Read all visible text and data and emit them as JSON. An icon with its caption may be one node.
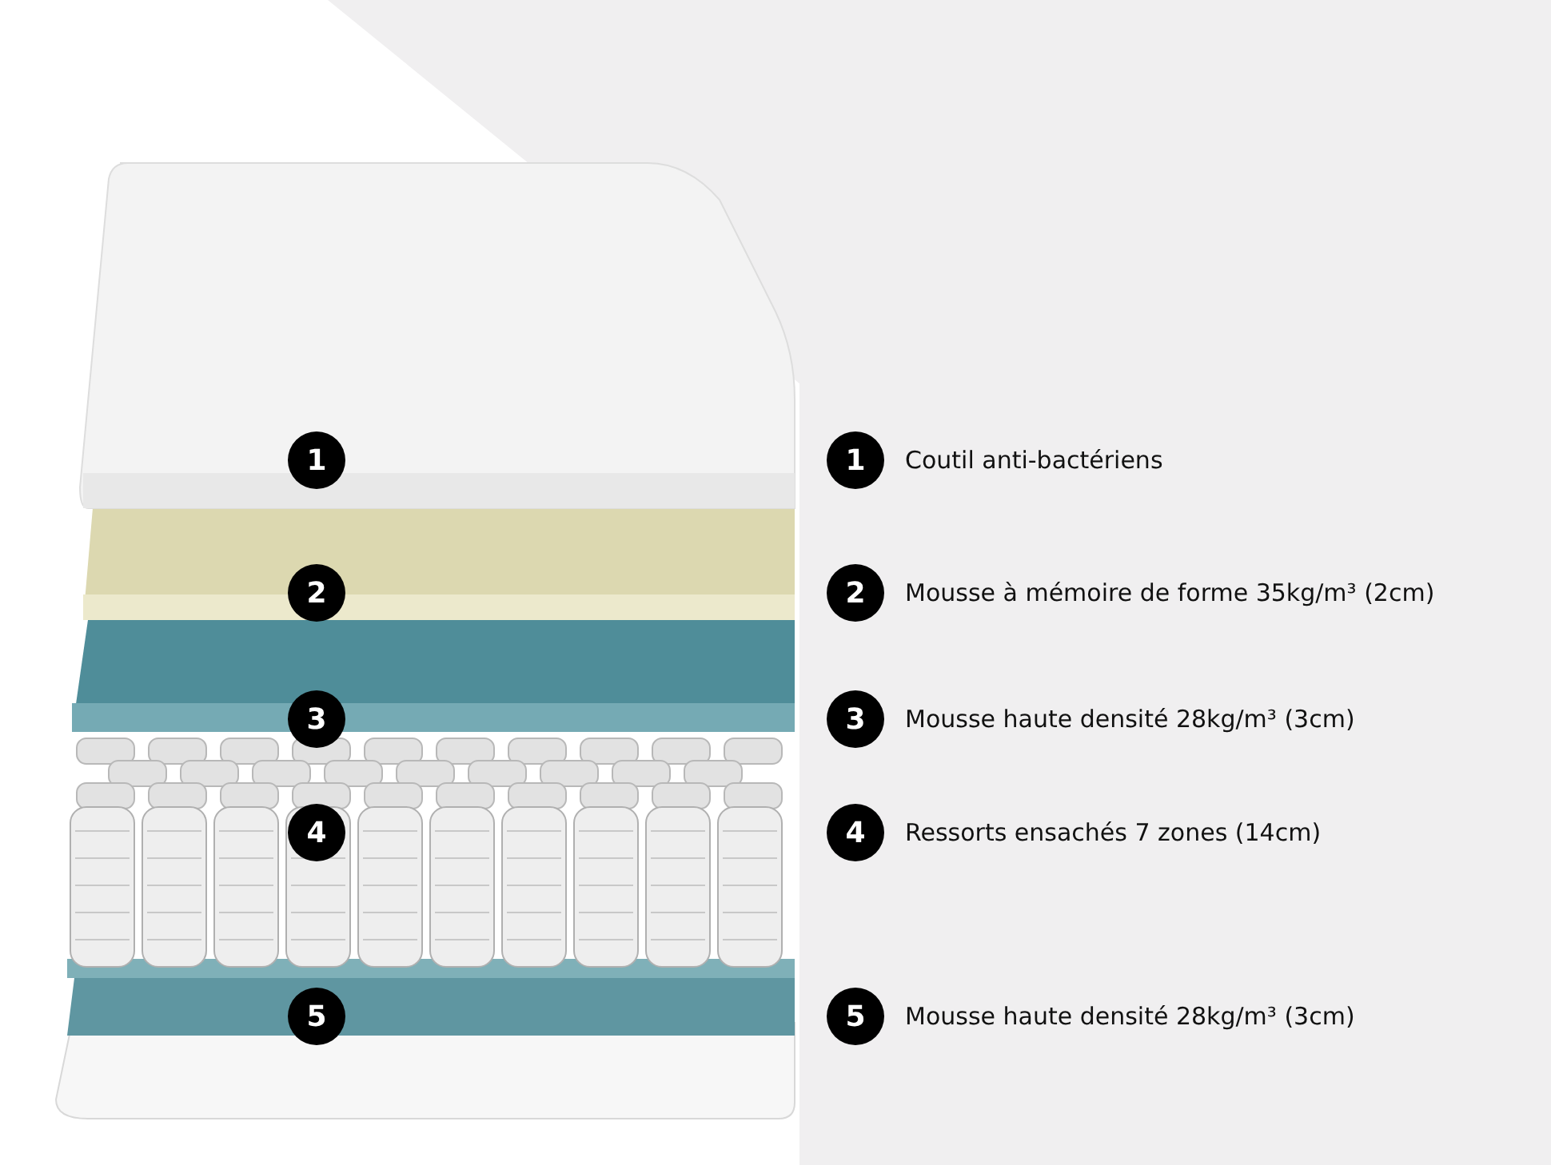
{
  "diagram": {
    "labels": [
      "1",
      "1",
      "Coutil anti-bactériens",
      "2",
      "2",
      "Mousse à mémoire de forme 35kg/m³ (2cm)",
      "3",
      "3",
      "Mousse haute densité 28kg/m³ (3cm)",
      "4",
      "4",
      "Ressorts ensachés 7 zones (14cm)",
      "5",
      "5",
      "Mousse haute densité 28kg/m³ (3cm)"
    ]
  }
}
